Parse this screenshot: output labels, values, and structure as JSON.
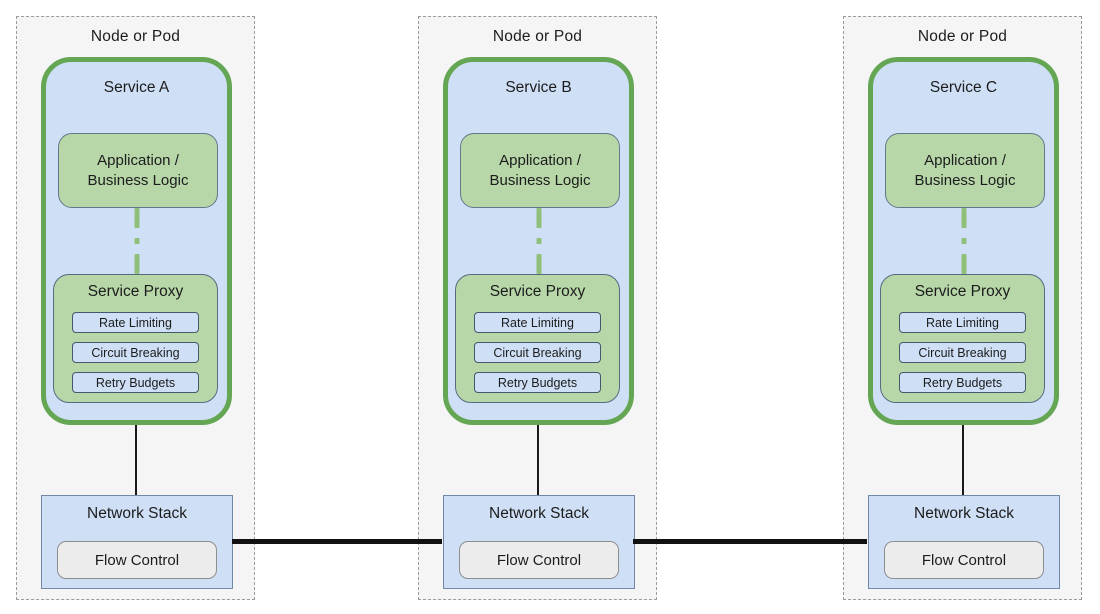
{
  "nodes": [
    {
      "label": "Node or Pod",
      "service_label": "Service A",
      "app_line1": "Application /",
      "app_line2": "Business Logic",
      "proxy_label": "Service Proxy",
      "features": [
        "Rate Limiting",
        "Circuit Breaking",
        "Retry Budgets"
      ],
      "network_label": "Network Stack",
      "flow_label": "Flow Control"
    },
    {
      "label": "Node or Pod",
      "service_label": "Service B",
      "app_line1": "Application /",
      "app_line2": "Business Logic",
      "proxy_label": "Service Proxy",
      "features": [
        "Rate Limiting",
        "Circuit Breaking",
        "Retry Budgets"
      ],
      "network_label": "Network Stack",
      "flow_label": "Flow Control"
    },
    {
      "label": "Node or Pod",
      "service_label": "Service C",
      "app_line1": "Application /",
      "app_line2": "Business Logic",
      "proxy_label": "Service Proxy",
      "features": [
        "Rate Limiting",
        "Circuit Breaking",
        "Retry Budgets"
      ],
      "network_label": "Network Stack",
      "flow_label": "Flow Control"
    }
  ],
  "colors": {
    "node_fill": "#f4f5f4",
    "node_border": "#9b9b9b",
    "service_fill": "#cfe0f6",
    "service_border_green": "#64a653",
    "green_box_fill": "#b7d7a9",
    "green_box_border": "#64788c",
    "connector_green": "#8fbf78",
    "chip_fill": "#cfe0f6",
    "chip_border": "#45586e",
    "network_fill": "#cfe0f6",
    "network_border": "#7286a5",
    "flow_fill": "#ececec",
    "flow_border": "#8d8d8d",
    "link_line": "#111111"
  }
}
